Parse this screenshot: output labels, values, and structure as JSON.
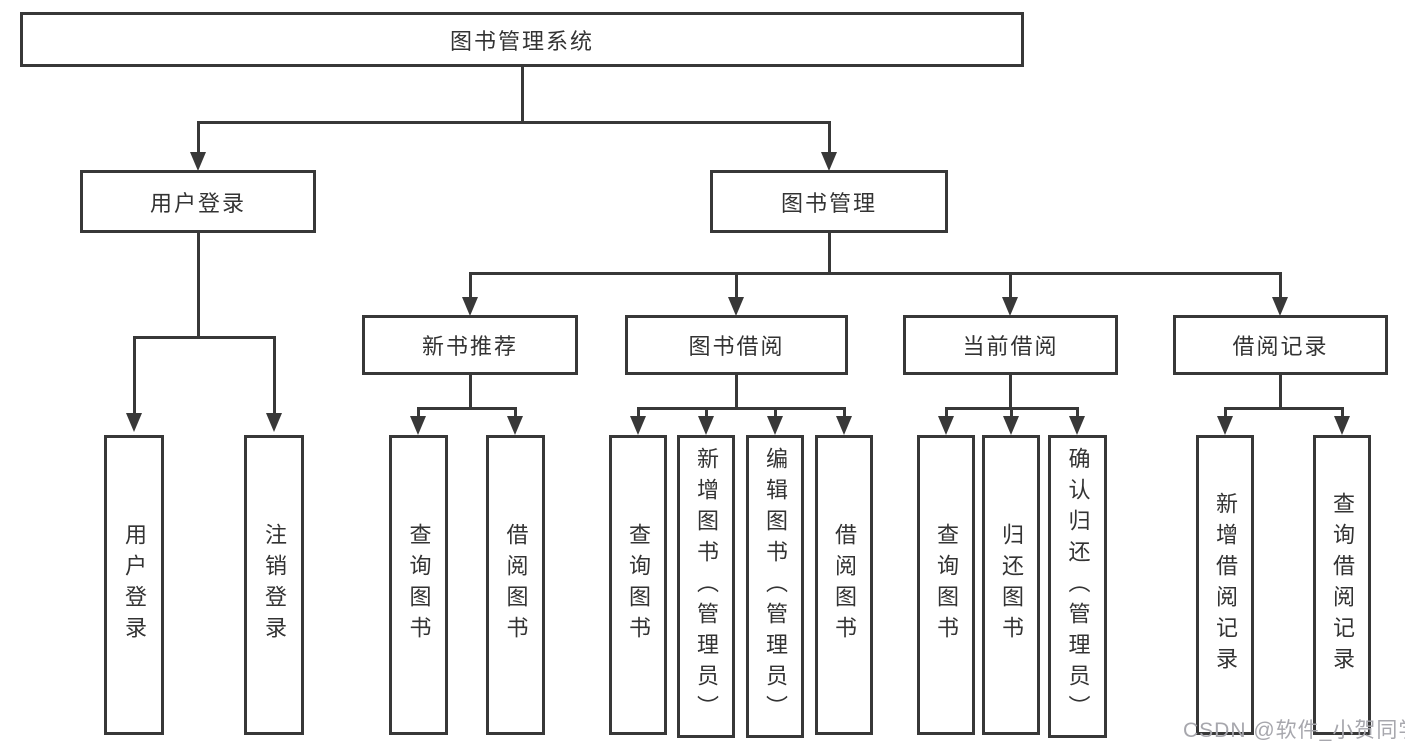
{
  "tree": {
    "root": {
      "label": "图书管理系统"
    },
    "children": [
      {
        "label": "用户登录",
        "children": [
          {
            "label": "用户登录"
          },
          {
            "label": "注销登录"
          }
        ]
      },
      {
        "label": "图书管理",
        "children": [
          {
            "label": "新书推荐",
            "children": [
              {
                "label": "查询图书"
              },
              {
                "label": "借阅图书"
              }
            ]
          },
          {
            "label": "图书借阅",
            "children": [
              {
                "label": "查询图书"
              },
              {
                "label": "新增图书（管理员）"
              },
              {
                "label": "编辑图书（管理员）"
              },
              {
                "label": "借阅图书"
              }
            ]
          },
          {
            "label": "当前借阅",
            "children": [
              {
                "label": "查询图书"
              },
              {
                "label": "归还图书"
              },
              {
                "label": "确认归还（管理员）"
              }
            ]
          },
          {
            "label": "借阅记录",
            "children": [
              {
                "label": "新增借阅记录"
              },
              {
                "label": "查询借阅记录"
              }
            ]
          }
        ]
      }
    ]
  },
  "watermark": {
    "text": "CSDN @软件_小贺同学"
  },
  "colors": {
    "line": "#383838",
    "text": "#333333",
    "background": "#ffffff",
    "watermark": "#a7a7ad"
  }
}
